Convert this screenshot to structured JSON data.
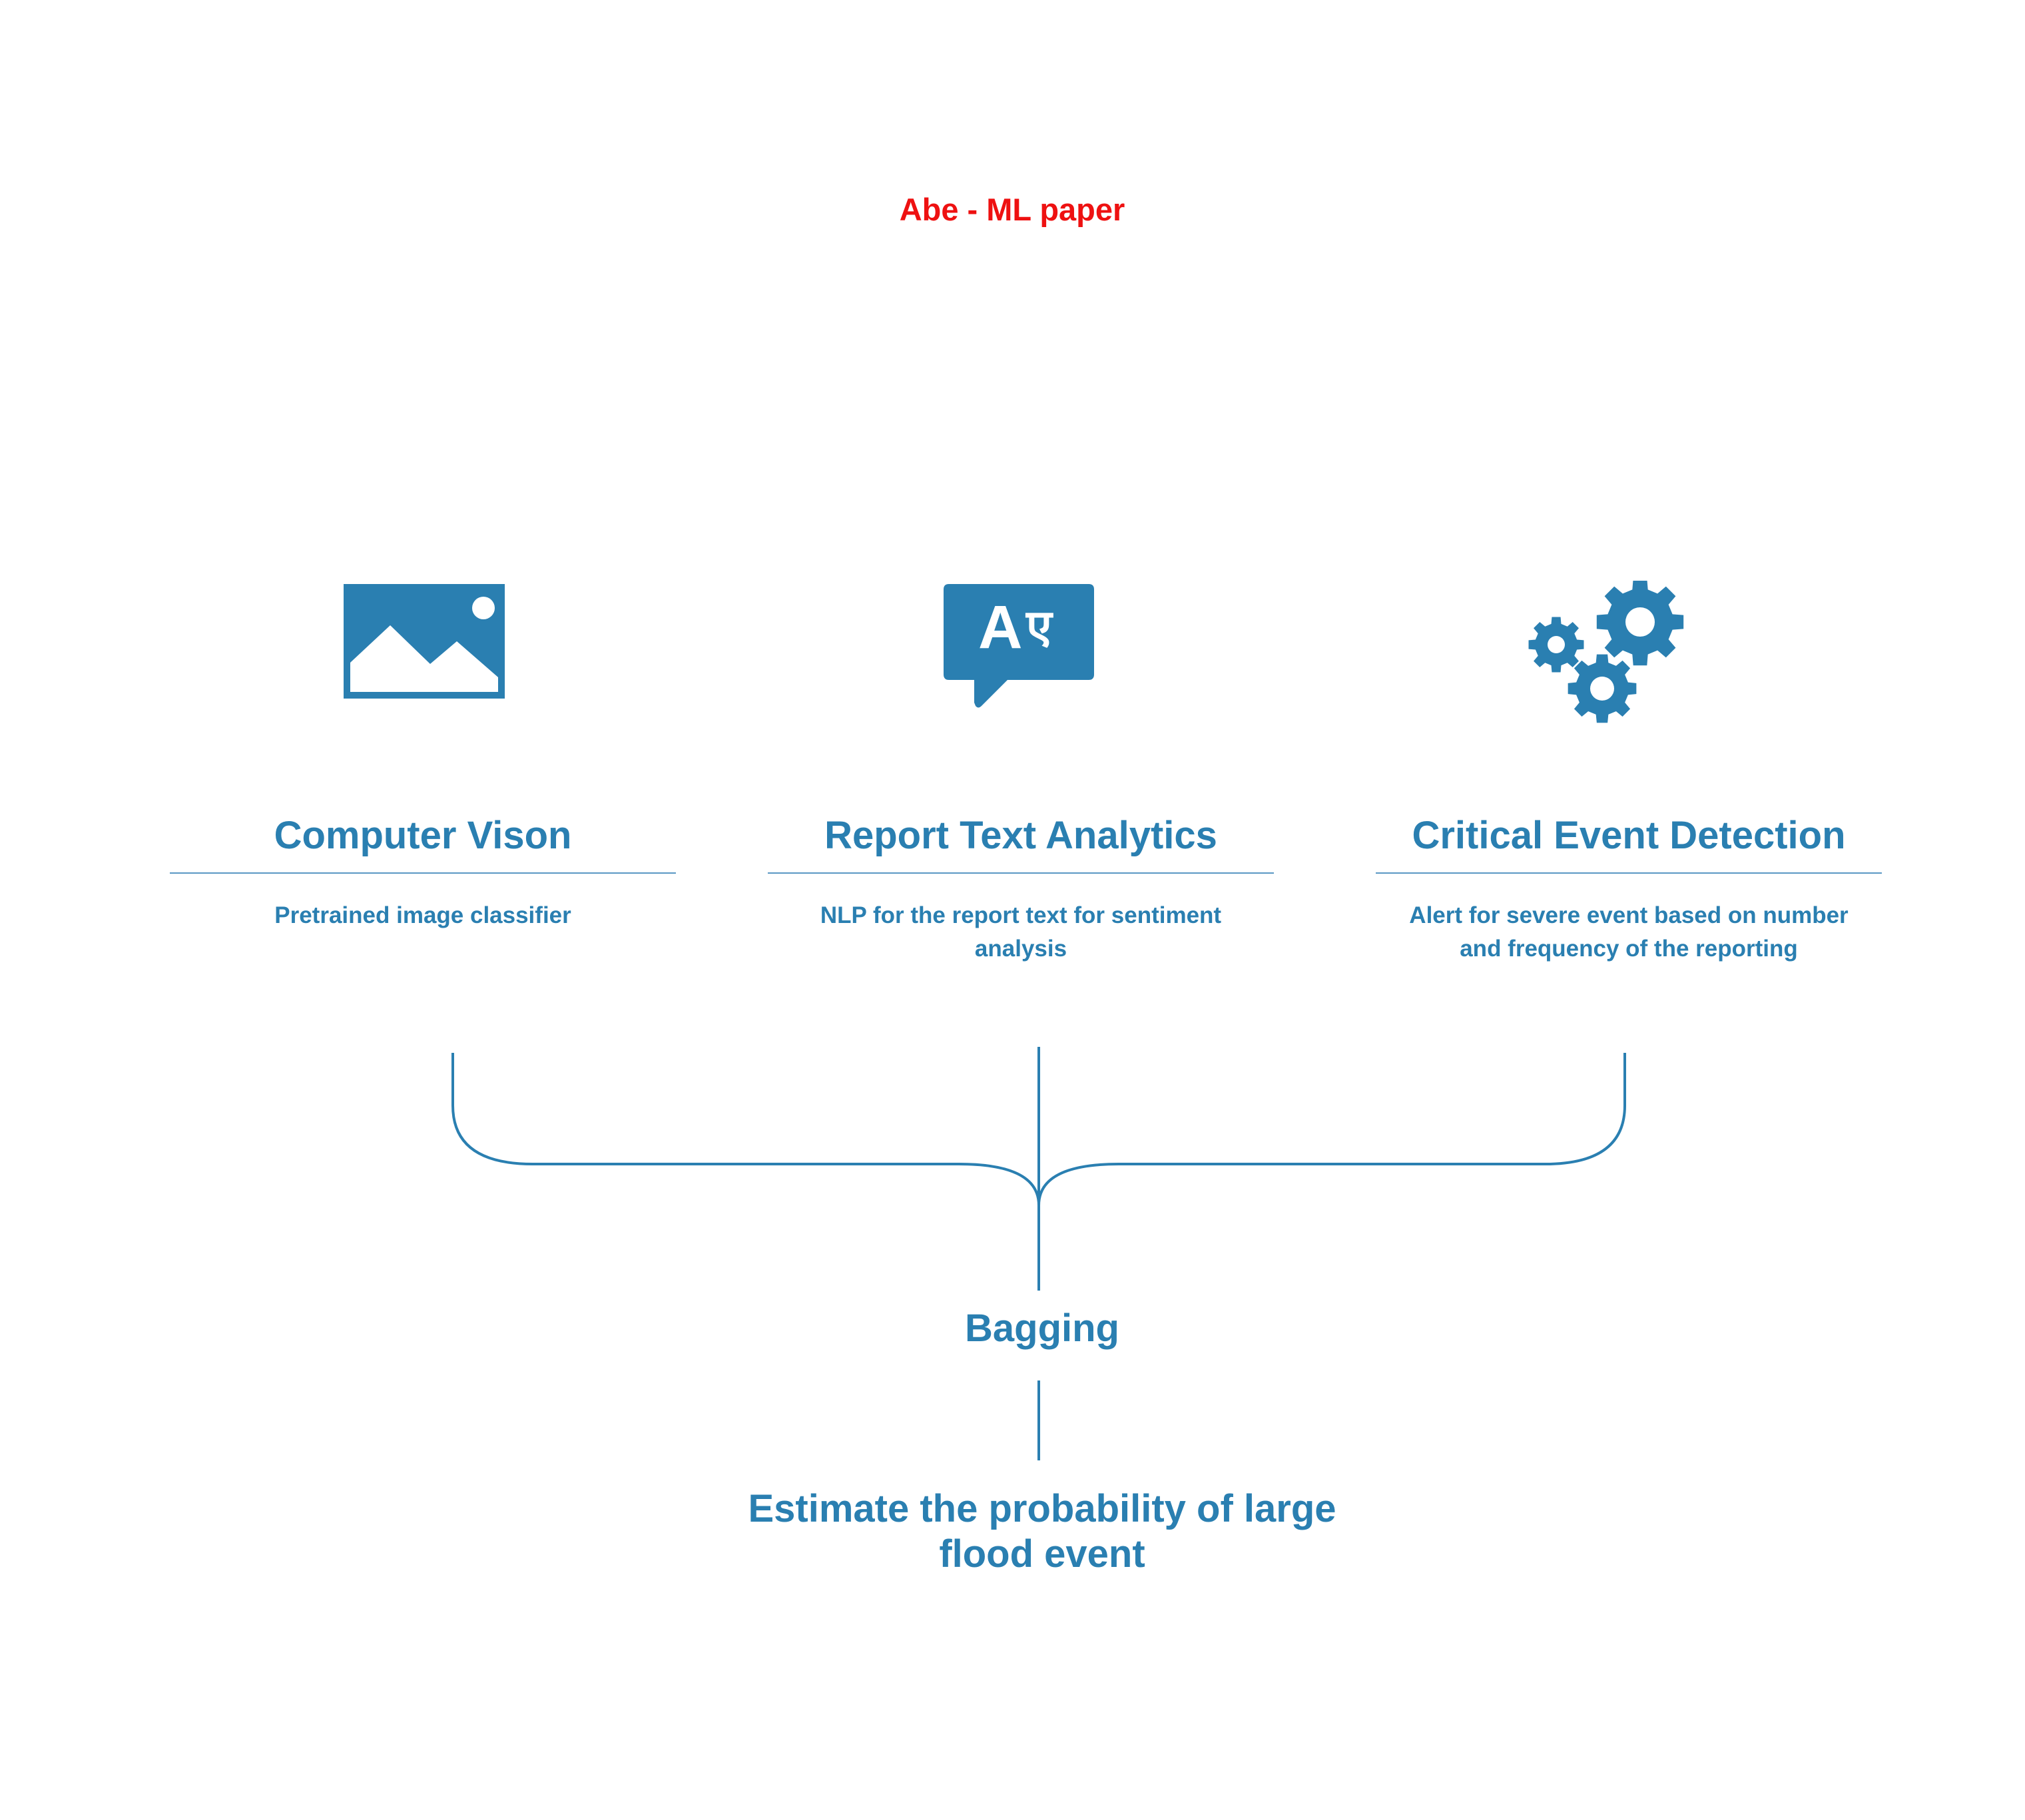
{
  "title": "Abe - ML paper",
  "colors": {
    "accent": "#2a7fb1",
    "title": "#ee1111",
    "rule": "#5a98c4"
  },
  "columns": [
    {
      "icon": "image-icon",
      "heading": "Computer Vison",
      "description": "Pretrained image classifier"
    },
    {
      "icon": "translate-icon",
      "icon_text": "Aए",
      "heading": "Report Text Analytics",
      "description": "NLP for the report text for sentiment analysis"
    },
    {
      "icon": "gears-icon",
      "heading": "Critical Event Detection",
      "description": "Alert for severe event based on number and frequency of the reporting"
    }
  ],
  "merge": {
    "label": "Bagging"
  },
  "output": {
    "label": "Estimate the probability of large flood event"
  }
}
